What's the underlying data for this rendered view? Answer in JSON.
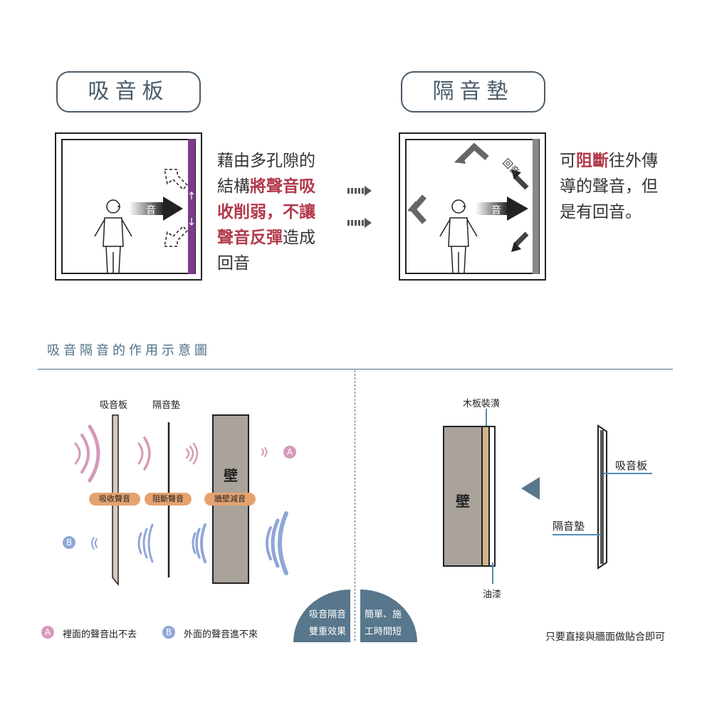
{
  "top": {
    "left_title": "吸音板",
    "right_title": "隔音墊",
    "left_panel": {
      "arrow_label": "音"
    },
    "right_panel": {
      "arrow_label": "音",
      "echo_label": "回音"
    },
    "left_desc": {
      "line1": "藉由多孔隙的",
      "line2_plain": "結構",
      "line2_hl": "將聲音吸",
      "line3_hl": "收削弱，不讓",
      "line4_hl": "聲音反彈",
      "line4_plain": "造成",
      "line5": "回音"
    },
    "right_desc": {
      "line1_plain_a": "可",
      "line1_hl": "阻斷",
      "line1_plain_b": "往外傳",
      "line2": "導的聲音，但",
      "line3": "是有回音。"
    }
  },
  "section": {
    "title": "吸音隔音的作用示意圖"
  },
  "left_diagram": {
    "label_absorb_panel": "吸音板",
    "label_insulation_pad": "隔音墊",
    "wall_label": "壁",
    "badges": [
      "吸收聲音",
      "阻斷聲音",
      "牆壁減音"
    ],
    "marker_a": "A",
    "marker_b": "B",
    "legend_a": "裡面的聲音出不去",
    "legend_b": "外面的聲音進不來"
  },
  "center_tabs": {
    "left_line1": "吸音隔音",
    "left_line2": "雙重效果",
    "right_line1": "簡單、施",
    "right_line2": "工時間短"
  },
  "right_diagram": {
    "label_wood": "木板裝潢",
    "wall_label": "壁",
    "label_paint": "油漆",
    "label_absorb_panel": "吸音板",
    "label_insulation_pad": "隔音墊",
    "note": "只要直接與牆面做貼合即可"
  },
  "colors": {
    "accent_red": "#b23a4a",
    "purple_panel": "#7b3a8a",
    "orange_badge": "#e5a26f",
    "pink_wave": "#d59ab9",
    "blue_wave": "#8fa7d8",
    "dark_blue": "#58768c",
    "wall_gray": "#aaa39c"
  }
}
